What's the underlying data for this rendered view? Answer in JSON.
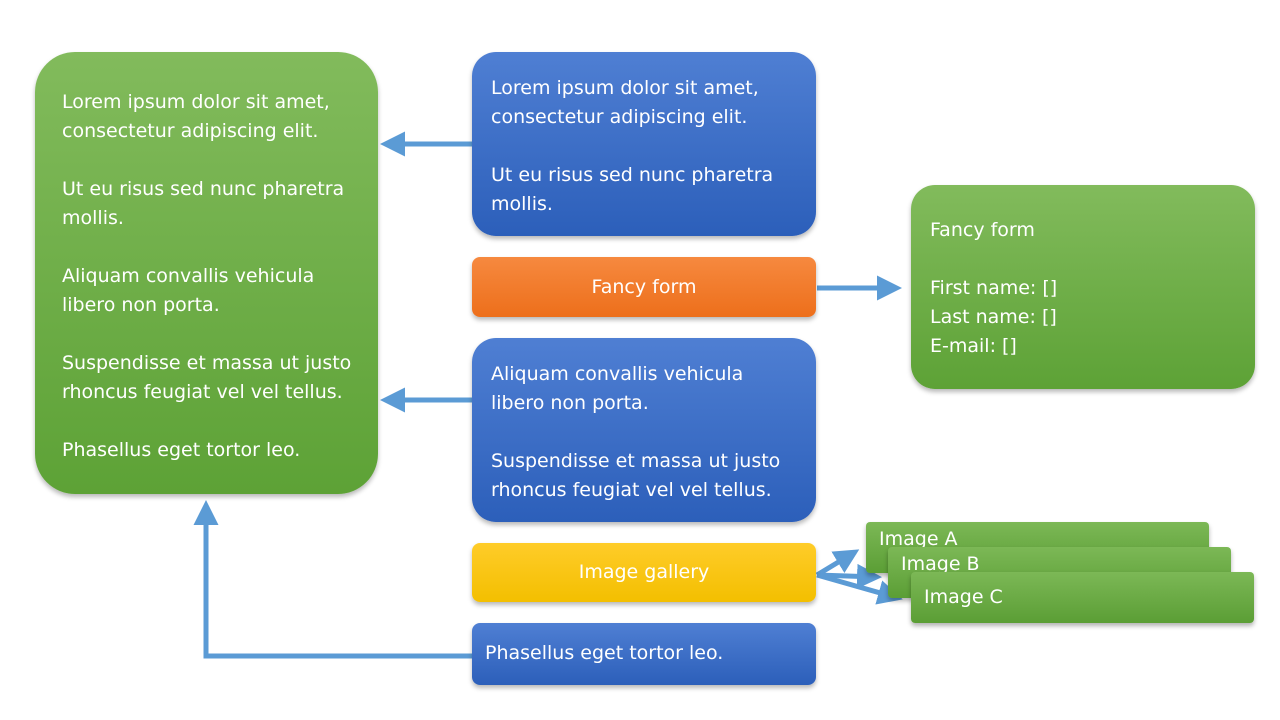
{
  "main_panel": {
    "paragraphs": [
      "Lorem ipsum dolor sit amet,\nconsectetur adipiscing elit.",
      "Ut eu risus sed nunc pharetra\nmollis.",
      "Aliquam convallis vehicula\nlibero non porta.",
      "Suspendisse et massa ut justo\nrhoncus feugiat vel vel tellus.",
      "Phasellus eget tortor leo."
    ]
  },
  "block_1": {
    "paragraphs": [
      "Lorem ipsum dolor sit amet,\nconsectetur adipiscing elit.",
      "Ut eu risus sed nunc pharetra\nmollis."
    ]
  },
  "fancy_form_button": {
    "label": "Fancy form"
  },
  "block_2": {
    "paragraphs": [
      "Aliquam convallis vehicula\nlibero non porta.",
      "Suspendisse et massa ut justo\nrhoncus feugiat vel vel tellus."
    ]
  },
  "image_gallery_button": {
    "label": "Image gallery"
  },
  "block_3": {
    "text": "Phasellus eget tortor leo."
  },
  "form_panel": {
    "title": "Fancy form",
    "fields": [
      "First name: []",
      "Last name: []",
      "E-mail: []"
    ]
  },
  "gallery": {
    "images": [
      "Image A",
      "Image B",
      "Image C"
    ]
  },
  "colors": {
    "green": "#6aab43",
    "blue": "#3a6bc6",
    "orange": "#f07a2a",
    "yellow": "#fcc60c",
    "arrow": "#5b9bd5"
  }
}
